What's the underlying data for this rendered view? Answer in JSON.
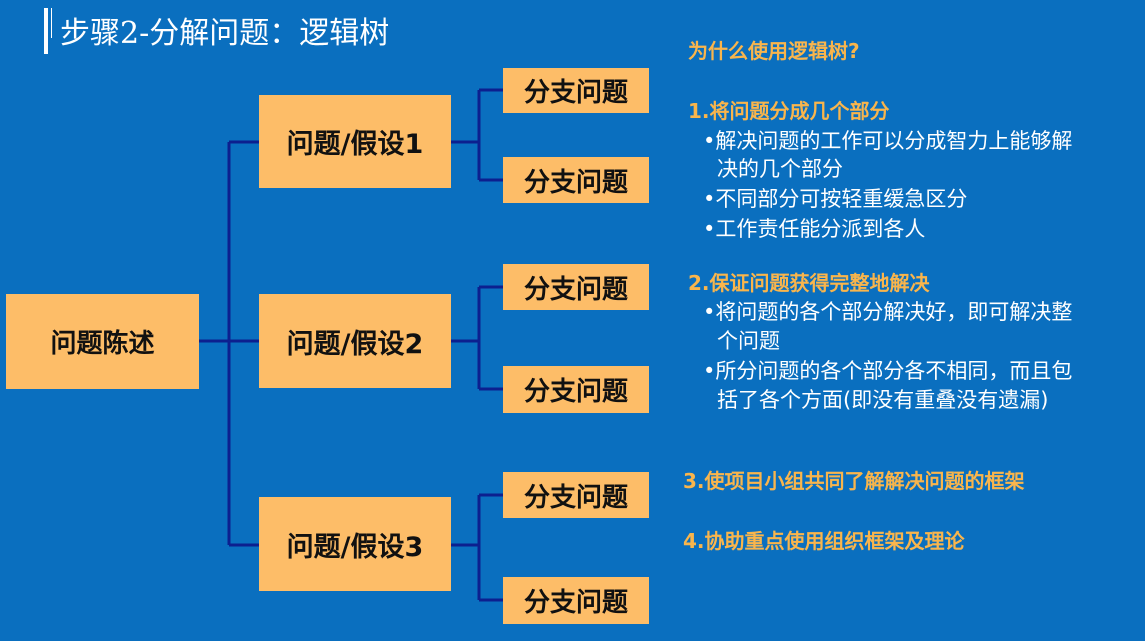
{
  "title": "步骤2-分解问题：逻辑树",
  "tree": {
    "root": "问题陈述",
    "hypotheses": [
      {
        "label": "问题/假设1",
        "branches": [
          "分支问题",
          "分支问题"
        ]
      },
      {
        "label": "问题/假设2",
        "branches": [
          "分支问题",
          "分支问题"
        ]
      },
      {
        "label": "问题/假设3",
        "branches": [
          "分支问题",
          "分支问题"
        ]
      }
    ]
  },
  "reasons": {
    "question": "为什么使用逻辑树?",
    "items": [
      {
        "heading": "1.将问题分成几个部分",
        "lines": [
          "•解决问题的工作可以分成智力上能够解",
          "决的几个部分",
          "•不同部分可按轻重缓急区分",
          "•工作责任能分派到各人"
        ]
      },
      {
        "heading": "2.保证问题获得完整地解决",
        "lines": [
          "•将问题的各个部分解决好，即可解决整",
          "个问题",
          "•所分问题的各个部分各不相同，而且包",
          "括了各个方面(即没有重叠没有遗漏)"
        ]
      },
      {
        "heading": "3.使项目小组共同了解解决问题的框架",
        "lines": []
      },
      {
        "heading": "4.协助重点使用组织框架及理论",
        "lines": []
      }
    ]
  },
  "colors": {
    "background": "#0a6fbf",
    "box_fill": "#fdbd68",
    "connector": "#0c1f8f",
    "heading_text": "#f9b54c",
    "body_text": "#ffffff"
  }
}
